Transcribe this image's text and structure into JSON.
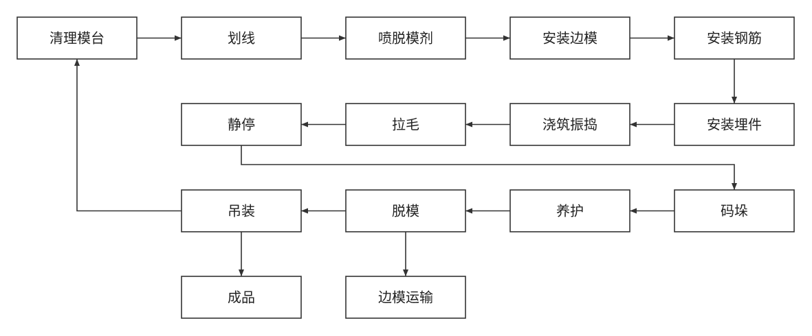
{
  "steps": [
    {
      "id": "s1",
      "label": "清理模台"
    },
    {
      "id": "s2",
      "label": "划线"
    },
    {
      "id": "s3",
      "label": "喷脱模剂"
    },
    {
      "id": "s4",
      "label": "安装边模"
    },
    {
      "id": "s5",
      "label": "安装钢筋"
    },
    {
      "id": "s6",
      "label": "安装埋件"
    },
    {
      "id": "s7",
      "label": "浇筑振捣"
    },
    {
      "id": "s8",
      "label": "拉毛"
    },
    {
      "id": "s9",
      "label": "静停"
    },
    {
      "id": "s10",
      "label": "码垛"
    },
    {
      "id": "s11",
      "label": "养护"
    },
    {
      "id": "s12",
      "label": "脱模"
    },
    {
      "id": "s13",
      "label": "吊装"
    },
    {
      "id": "s14",
      "label": "成品"
    },
    {
      "id": "s15",
      "label": "边模运输"
    }
  ],
  "connections": [
    {
      "from": "s1",
      "to": "s2"
    },
    {
      "from": "s2",
      "to": "s3"
    },
    {
      "from": "s3",
      "to": "s4"
    },
    {
      "from": "s4",
      "to": "s5"
    },
    {
      "from": "s5",
      "to": "s6"
    },
    {
      "from": "s6",
      "to": "s7"
    },
    {
      "from": "s7",
      "to": "s8"
    },
    {
      "from": "s8",
      "to": "s9"
    },
    {
      "from": "s9",
      "to": "s10"
    },
    {
      "from": "s10",
      "to": "s11"
    },
    {
      "from": "s11",
      "to": "s12"
    },
    {
      "from": "s12",
      "to": "s13"
    },
    {
      "from": "s13",
      "to": "s1"
    },
    {
      "from": "s13",
      "to": "s14"
    },
    {
      "from": "s12",
      "to": "s15"
    }
  ]
}
